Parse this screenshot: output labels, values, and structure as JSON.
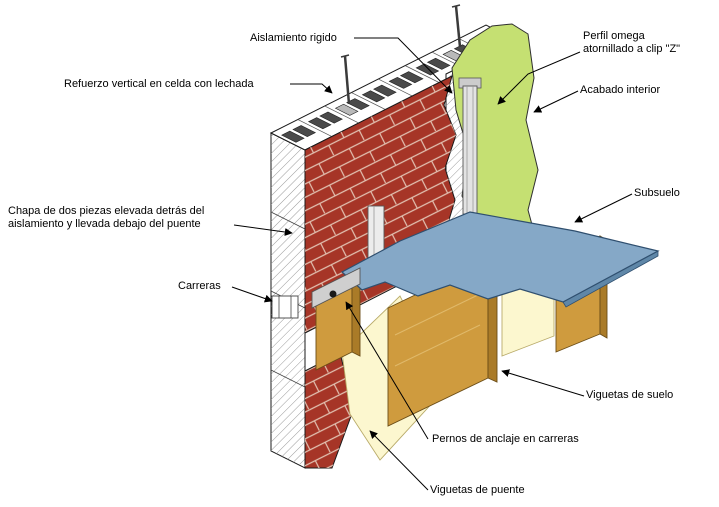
{
  "figure": {
    "labels": {
      "aislamiento": "Aislamiento rigido",
      "refuerzo": "Refuerzo vertical en celda con lechada",
      "perfil_l1": "Perfil omega",
      "perfil_l2": "atornillado a clip \"Z\"",
      "acabado": "Acabado interior",
      "subsuelo": "Subsuelo",
      "chapa_l1": "Chapa de dos piezas elevada detrás del",
      "chapa_l2": "aislamiento y llevada debajo del puente",
      "carreras": "Carreras",
      "viguetas_suelo": "Viguetas de suelo",
      "pernos": "Pernos de anclaje en carreras",
      "viguetas_puente": "Viguetas de puente"
    },
    "colors": {
      "brick": "#a63527",
      "mortar": "#e2c2b2",
      "block": "#ffffff",
      "finish_green": "#c5e072",
      "subfloor_blue": "#85a8c7",
      "subfloor_edge": "#5f87a8",
      "wood": "#cf9b3e",
      "wood_dark": "#aa7b28",
      "batt_yellow": "#fcf7cf",
      "metal": "#e3e3e3",
      "line": "#1a1a1a"
    }
  }
}
